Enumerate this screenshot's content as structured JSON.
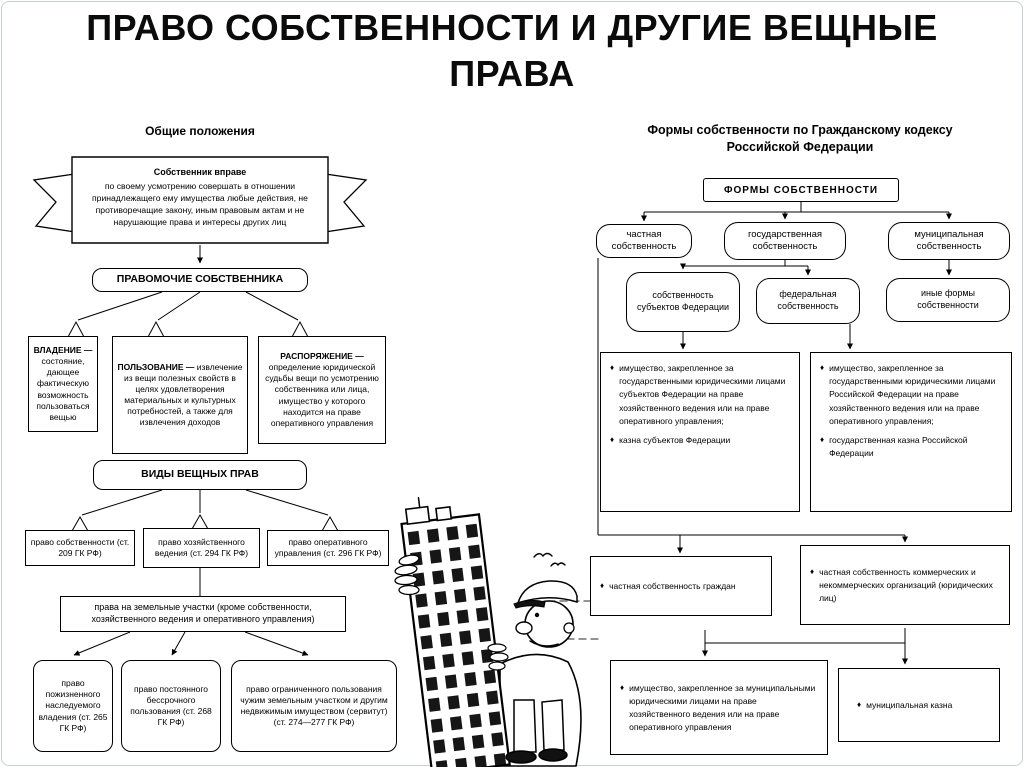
{
  "page": {
    "title_line1": "ПРАВО СОБСТВЕННОСТИ И ДРУГИЕ ВЕЩНЫЕ",
    "title_line2": "ПРАВА"
  },
  "glyphs": {
    "diamond": "♦"
  },
  "left": {
    "heading": "Общие положения",
    "ribbon": {
      "title": "Собственник вправе",
      "body": "по своему усмотрению совершать в отношении принадлежащего ему имущества любые действия, не противоречащие закону, иным правовым актам и не нарушающие права и интересы других лиц"
    },
    "powers_title": "ПРАВОМОЧИЕ СОБСТВЕННИКА",
    "powers": [
      {
        "term": "ВЛАДЕНИЕ —",
        "text": "состояние, дающее фактическую возможность пользоваться вещью"
      },
      {
        "term": "ПОЛЬЗОВАНИЕ —",
        "text": "извлечение из вещи полезных свойств в целях удовлетворения материальных и культурных потребностей, а также для извлечения доходов"
      },
      {
        "term": "РАСПОРЯЖЕНИЕ —",
        "text": "определение юридической судьбы вещи по усмотрению собственника или лица, имущество у которого находится на праве оперативного управления"
      }
    ],
    "types_title": "ВИДЫ ВЕЩНЫХ ПРАВ",
    "types": [
      "право собственности (ст. 209 ГК РФ)",
      "право хозяйственного ведения (ст. 294 ГК РФ)",
      "право оперативного управления (ст. 296 ГК РФ)"
    ],
    "land_title": "права на земельные участки (кроме собственности, хозяйственного ведения и оперативного управления)",
    "land_rights": [
      "право пожизненного наследуемого владения (ст. 265 ГК РФ)",
      "право постоянного бессрочного пользования (ст. 268 ГК РФ)",
      "право ограниченного пользования чужим земельным участком и другим недвижимым имуществом (сервитут) (ст. 274—277 ГК РФ)"
    ]
  },
  "right": {
    "heading": "Формы собственности по Гражданскому кодексу Российской Федерации",
    "root": "ФОРМЫ СОБСТВЕННОСТИ",
    "forms": [
      "частная собственность",
      "государственная собственность",
      "муниципальная собственность"
    ],
    "subforms": [
      "собственность субъектов Федерации",
      "федеральная собственность",
      "иные формы собственности"
    ],
    "subjects_assets": [
      "имущество, закрепленное за государственными юридическими лицами субъектов Федерации на праве хозяйственного ведения или на праве оперативного управления;",
      "казна субъектов Федерации"
    ],
    "federal_assets": [
      "имущество, закрепленное за государственными юридическими лицами Российской Федерации на праве хозяйственного ведения или на праве оперативного управления;",
      "государственная казна Российской Федерации"
    ],
    "private_citizens": "частная собственность граждан",
    "private_orgs": "частная собственность коммерческих и некоммерческих организаций (юридических лиц)",
    "municipal_assets": "имущество, закрепленное за муниципальными юридическими лицами на праве хозяйственного ведения или на праве оперативного управления",
    "municipal_treasury": "муниципальная казна"
  }
}
